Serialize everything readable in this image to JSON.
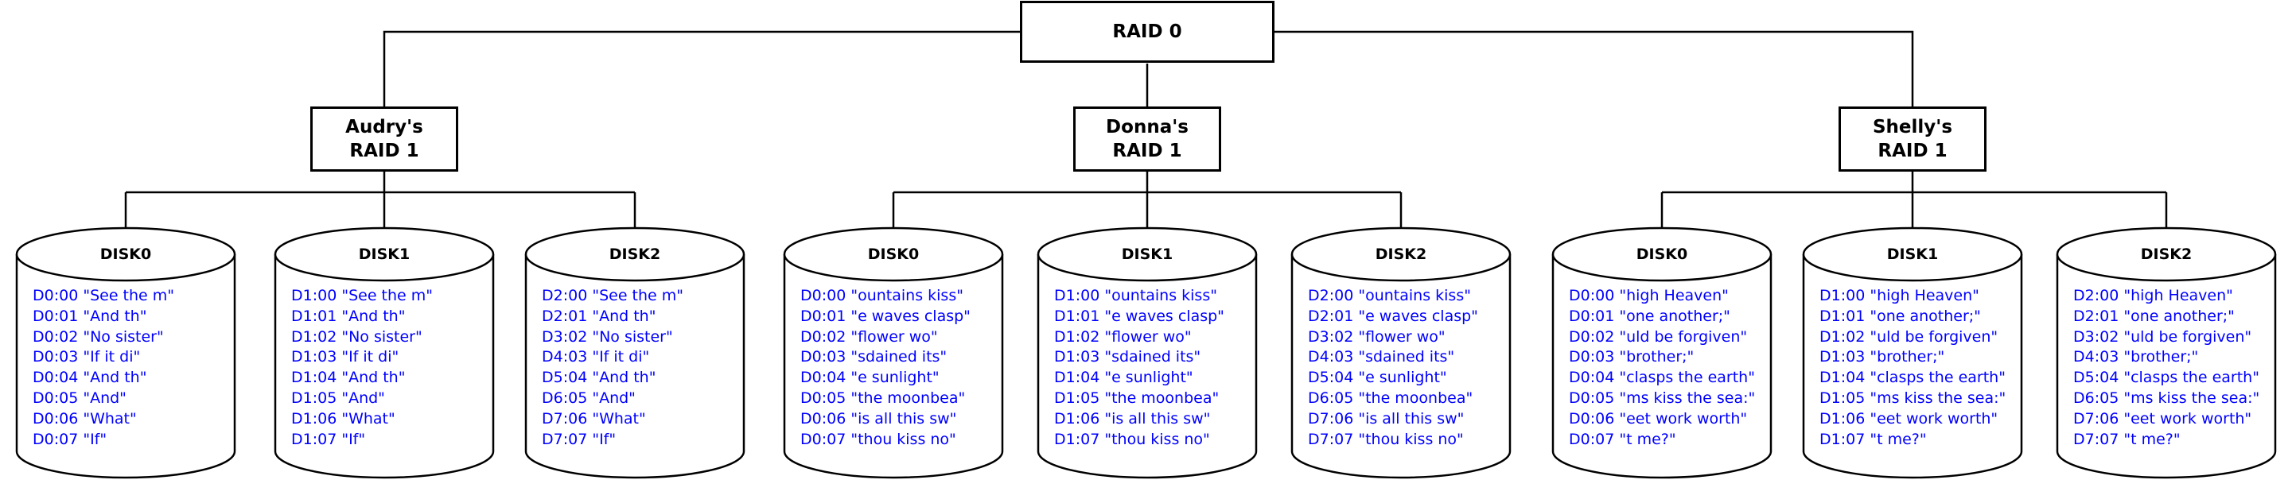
{
  "colors": {
    "background": "#ffffff",
    "line": "#000000",
    "node_fill": "#ffffff",
    "node_text": "#000000",
    "block_text": "#0000ff"
  },
  "root": {
    "label": "RAID 0"
  },
  "groups": [
    {
      "owner": "Audry's",
      "raid": "RAID 1",
      "disks": [
        {
          "label": "DISK0",
          "lines": [
            "D0:00 \"See the m\"",
            "D0:01 \"And th\"",
            "D0:02 \"No sister\"",
            "D0:03 \"If it di\"",
            "D0:04 \"And th\"",
            "D0:05 \"And\"",
            "D0:06 \"What\"",
            "D0:07 \"If\""
          ]
        },
        {
          "label": "DISK1",
          "lines": [
            "D1:00 \"See the m\"",
            "D1:01 \"And th\"",
            "D1:02 \"No sister\"",
            "D1:03 \"If it di\"",
            "D1:04 \"And th\"",
            "D1:05 \"And\"",
            "D1:06 \"What\"",
            "D1:07 \"If\""
          ]
        },
        {
          "label": "DISK2",
          "lines": [
            "D2:00 \"See the m\"",
            "D2:01 \"And th\"",
            "D3:02 \"No sister\"",
            "D4:03 \"If it di\"",
            "D5:04 \"And th\"",
            "D6:05 \"And\"",
            "D7:06 \"What\"",
            "D7:07 \"If\""
          ]
        }
      ]
    },
    {
      "owner": "Donna's",
      "raid": "RAID 1",
      "disks": [
        {
          "label": "DISK0",
          "lines": [
            "D0:00 \"ountains kiss\"",
            "D0:01 \"e waves clasp\"",
            "D0:02 \"flower wo\"",
            "D0:03 \"sdained its\"",
            "D0:04 \"e sunlight\"",
            "D0:05 \"the moonbea\"",
            "D0:06 \"is all this sw\"",
            "D0:07 \"thou kiss no\""
          ]
        },
        {
          "label": "DISK1",
          "lines": [
            "D1:00 \"ountains kiss\"",
            "D1:01 \"e waves clasp\"",
            "D1:02 \"flower wo\"",
            "D1:03 \"sdained its\"",
            "D1:04 \"e sunlight\"",
            "D1:05 \"the moonbea\"",
            "D1:06 \"is all this sw\"",
            "D1:07 \"thou kiss no\""
          ]
        },
        {
          "label": "DISK2",
          "lines": [
            "D2:00 \"ountains kiss\"",
            "D2:01 \"e waves clasp\"",
            "D3:02 \"flower wo\"",
            "D4:03 \"sdained its\"",
            "D5:04 \"e sunlight\"",
            "D6:05 \"the moonbea\"",
            "D7:06 \"is all this sw\"",
            "D7:07 \"thou kiss no\""
          ]
        }
      ]
    },
    {
      "owner": "Shelly's",
      "raid": "RAID 1",
      "disks": [
        {
          "label": "DISK0",
          "lines": [
            "D0:00 \"high Heaven\"",
            "D0:01 \"one another;\"",
            "D0:02 \"uld be forgiven\"",
            "D0:03 \"brother;\"",
            "D0:04 \"clasps the earth\"",
            "D0:05 \"ms kiss the sea:\"",
            "D0:06 \"eet work worth\"",
            "D0:07 \"t me?\""
          ]
        },
        {
          "label": "DISK1",
          "lines": [
            "D1:00 \"high Heaven\"",
            "D1:01 \"one another;\"",
            "D1:02 \"uld be forgiven\"",
            "D1:03 \"brother;\"",
            "D1:04 \"clasps the earth\"",
            "D1:05 \"ms kiss the sea:\"",
            "D1:06 \"eet work worth\"",
            "D1:07 \"t me?\""
          ]
        },
        {
          "label": "DISK2",
          "lines": [
            "D2:00 \"high Heaven\"",
            "D2:01 \"one another;\"",
            "D3:02 \"uld be forgiven\"",
            "D4:03 \"brother;\"",
            "D5:04 \"clasps the earth\"",
            "D6:05 \"ms kiss the sea:\"",
            "D7:06 \"eet work worth\"",
            "D7:07 \"t me?\""
          ]
        }
      ]
    }
  ]
}
